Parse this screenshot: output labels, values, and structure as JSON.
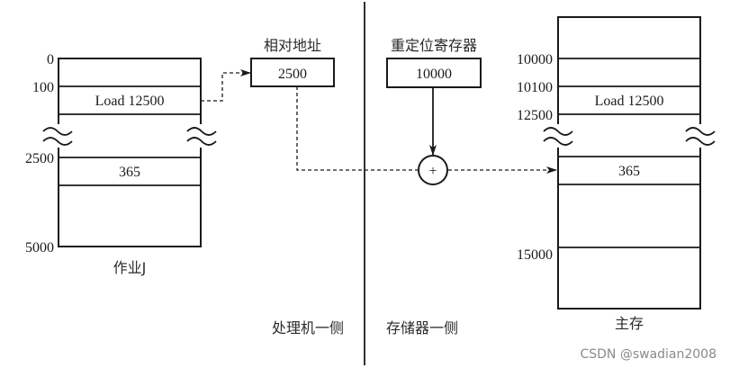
{
  "diagram": {
    "job": {
      "caption": "作业J",
      "address_labels": [
        "0",
        "100",
        "2500",
        "5000"
      ],
      "cells": {
        "instruction": "Load 12500",
        "data": "365"
      }
    },
    "relative_address": {
      "title": "相对地址",
      "value": "2500"
    },
    "relocation_register": {
      "title": "重定位寄存器",
      "value": "10000"
    },
    "adder": {
      "symbol": "+"
    },
    "memory": {
      "caption": "主存",
      "address_labels": [
        "10000",
        "10100",
        "12500",
        "15000"
      ],
      "cells": {
        "instruction": "Load 12500",
        "data": "365"
      }
    },
    "sides": {
      "processor": "处理机一侧",
      "memory": "存储器一侧"
    },
    "watermark": "CSDN @swadian2008"
  }
}
